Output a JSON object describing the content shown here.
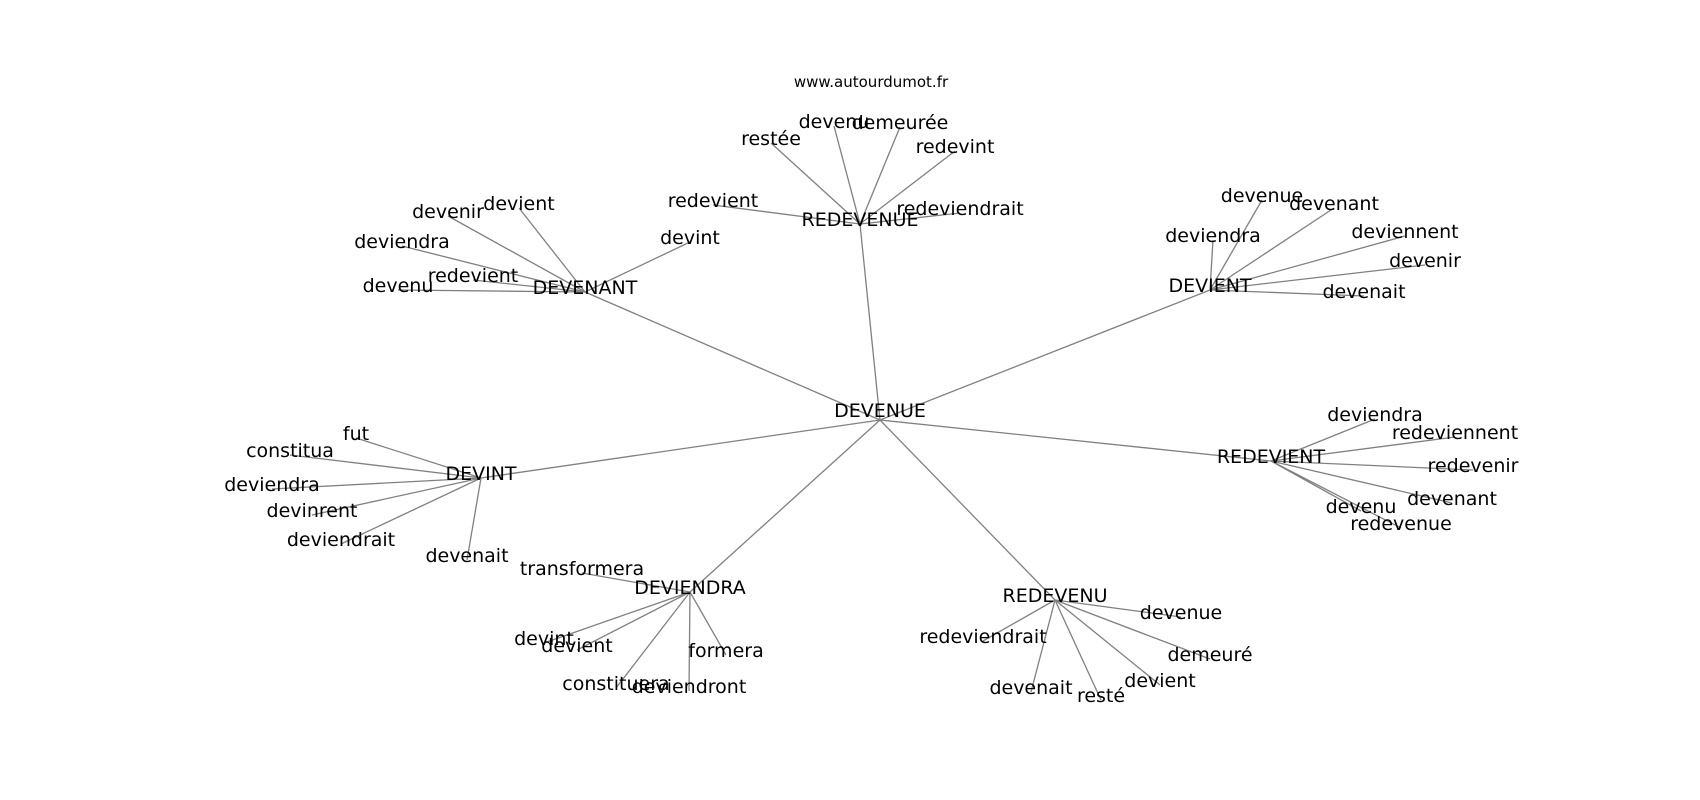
{
  "source_label": "www.autourdumot.fr",
  "center": "DEVENUE",
  "clusters": [
    {
      "hub": "REDEVENUE",
      "leaves": [
        "restée",
        "devenu",
        "demeurée",
        "redevint",
        "redevient",
        "redeviendrait"
      ]
    },
    {
      "hub": "DEVENANT",
      "leaves": [
        "devenir",
        "devient",
        "deviendra",
        "devint",
        "redevient",
        "devenu"
      ]
    },
    {
      "hub": "DEVIENT",
      "leaves": [
        "devenue",
        "devenant",
        "deviendra",
        "deviennent",
        "devenir",
        "devenait"
      ]
    },
    {
      "hub": "DEVINT",
      "leaves": [
        "fut",
        "constitua",
        "deviendra",
        "devinrent",
        "deviendrait",
        "devenait"
      ]
    },
    {
      "hub": "REDEVIENT",
      "leaves": [
        "deviendra",
        "redeviennent",
        "redevenir",
        "devenant",
        "devenu",
        "redevenue"
      ]
    },
    {
      "hub": "DEVIENDRA",
      "leaves": [
        "transformera",
        "devint",
        "devient",
        "formera",
        "constituera",
        "deviendront"
      ]
    },
    {
      "hub": "REDEVENU",
      "leaves": [
        "devenue",
        "redeviendrait",
        "demeuré",
        "devenait",
        "resté",
        "devient"
      ]
    }
  ]
}
